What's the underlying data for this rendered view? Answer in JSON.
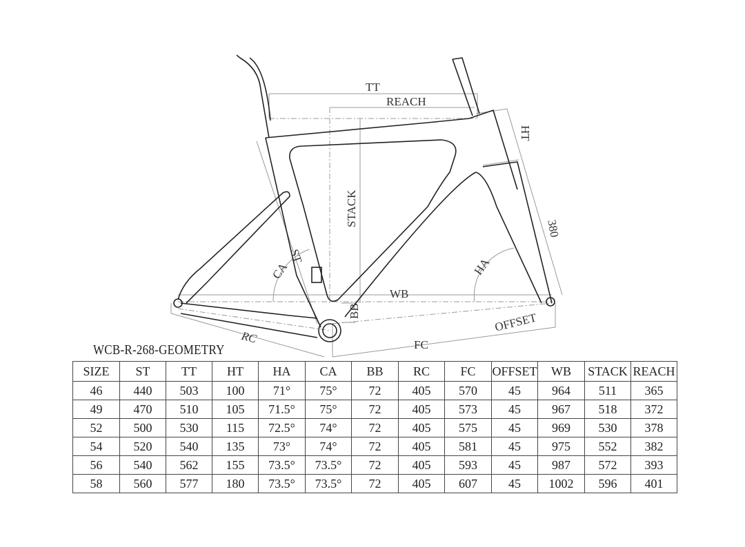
{
  "title": "WCB-R-268-GEOMETRY",
  "diagram": {
    "labels": {
      "tt": "TT",
      "reach": "REACH",
      "ht": "HT",
      "stack": "STACK",
      "fork_length": "380",
      "st": "ST",
      "ca": "CA",
      "ha": "HA",
      "wb": "WB",
      "bb": "BB",
      "rc": "RC",
      "fc": "FC",
      "offset": "OFFSET"
    }
  },
  "table": {
    "headers": [
      "SIZE",
      "ST",
      "TT",
      "HT",
      "HA",
      "CA",
      "BB",
      "RC",
      "FC",
      "OFFSET",
      "WB",
      "STACK",
      "REACH"
    ],
    "rows": [
      [
        "46",
        "440",
        "503",
        "100",
        "71°",
        "75°",
        "72",
        "405",
        "570",
        "45",
        "964",
        "511",
        "365"
      ],
      [
        "49",
        "470",
        "510",
        "105",
        "71.5°",
        "75°",
        "72",
        "405",
        "573",
        "45",
        "967",
        "518",
        "372"
      ],
      [
        "52",
        "500",
        "530",
        "115",
        "72.5°",
        "74°",
        "72",
        "405",
        "575",
        "45",
        "969",
        "530",
        "378"
      ],
      [
        "54",
        "520",
        "540",
        "135",
        "73°",
        "74°",
        "72",
        "405",
        "581",
        "45",
        "975",
        "552",
        "382"
      ],
      [
        "56",
        "540",
        "562",
        "155",
        "73.5°",
        "73.5°",
        "72",
        "405",
        "593",
        "45",
        "987",
        "572",
        "393"
      ],
      [
        "58",
        "560",
        "577",
        "180",
        "73.5°",
        "73.5°",
        "72",
        "405",
        "607",
        "45",
        "1002",
        "596",
        "401"
      ]
    ]
  }
}
